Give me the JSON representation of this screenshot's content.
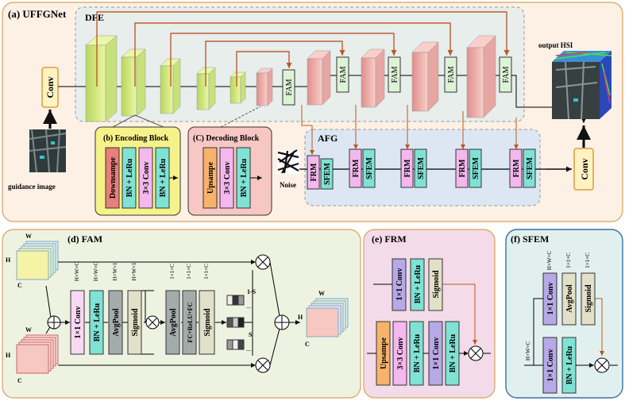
{
  "uffgnet": {
    "title": "(a) UFFGNet",
    "dfe_label": "DFE",
    "afg_label": "AFG",
    "conv_label": "Conv",
    "fam_label": "FAM",
    "frm_label": "FRM",
    "sfem_label": "SFEM",
    "guidance_label": "guidance image",
    "noise_label": "Noise",
    "output_label": "output HSI"
  },
  "encoding_block": {
    "title": "(b)  Encoding Block",
    "layers": [
      "Downsampe",
      "BN + LeRu",
      "3×3 Conv",
      "BN + LeRu"
    ]
  },
  "decoding_block": {
    "title": "(C)  Decoding Block",
    "layers": [
      "Upsampe",
      "3×3 Conv",
      "BN + LeRu"
    ]
  },
  "fam": {
    "title": "(d)  FAM",
    "dims": {
      "h": "H",
      "w": "W",
      "c": "C"
    },
    "layers": [
      "1×1  Conv",
      "BN + LeRu",
      "AvgPool",
      "Sigmoid",
      "AvgPool",
      "FC+ReLU+FC",
      "Sigmoid"
    ],
    "shape_labels": [
      "H×W×C",
      "H×W×C",
      "H×W×1",
      "H×W×1",
      "1×1×C",
      "1×1×C",
      "1×1×C"
    ],
    "s_label": "S",
    "one_minus_s": "1-S",
    "dots": "..."
  },
  "frm": {
    "title": "(e)  FRM",
    "top_layers": [
      "1×1 Conv",
      "BN + LeRu",
      "Sigmoid"
    ],
    "bottom_layers": [
      "Upsampe",
      "3×3 Conv",
      "BN + LeRu",
      "1×1 Conv",
      "BN + LeRu"
    ]
  },
  "sfem": {
    "title": "(f)  SFEM",
    "input_shape": "H×W×C",
    "top_layers": [
      "1×1 Conv",
      "AvgPool",
      "Sigmoid"
    ],
    "top_shapes": [
      "H×W×C",
      "1×1×C",
      "1×1×C"
    ],
    "bottom_layers": [
      "1×1 Conv",
      "BN + LeRu"
    ]
  },
  "colors": {
    "bg_a": "#fdf1e6",
    "bg_d": "#eef3e1",
    "bg_e": "#f3dbea",
    "bg_f": "#e1f0ef",
    "enc_block": "#f6f28a",
    "dec_block": "#f6c7c3",
    "green_box": "#ddf3d6",
    "teal_box": "#7fe2d4",
    "pink_box": "#f4b7ee",
    "orange_box": "#f7b36a",
    "gray_box": "#a4acab",
    "purple_box": "#b6a9e6",
    "beige_box": "#e2e0c8",
    "slab_yellow": "#d9ef8e",
    "slab_pink": "#f1b6b2",
    "skip": "#b94210",
    "frame": "#d8a25a"
  }
}
